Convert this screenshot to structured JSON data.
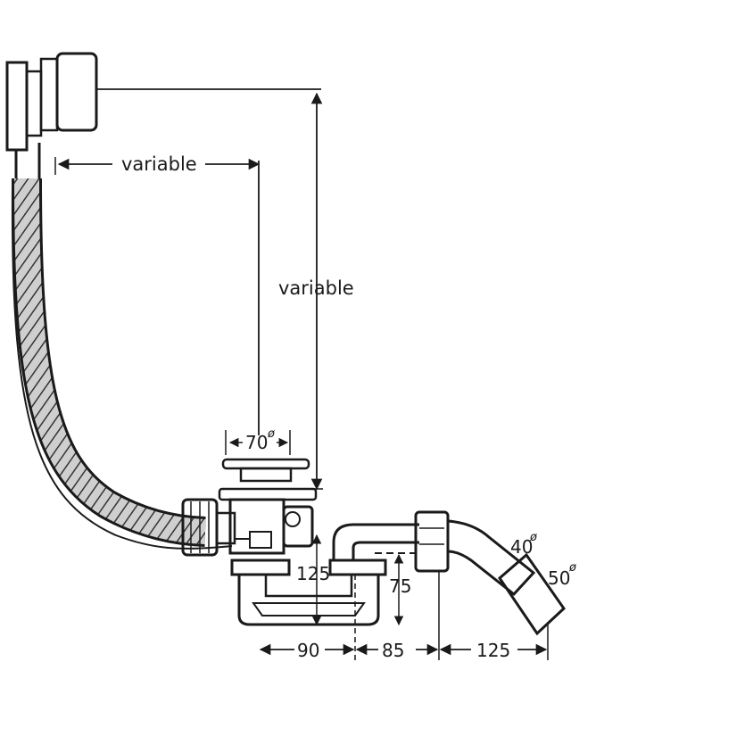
{
  "labels": {
    "variable_horizontal": "variable",
    "variable_vertical": "variable",
    "diameter_drain": "70",
    "diameter_small": "40",
    "diameter_large": "50",
    "diameter_mark": "ø",
    "height_trap": "125",
    "height_outlet": "75",
    "width_a": "90",
    "width_b": "85",
    "width_c": "125"
  },
  "colors": {
    "line": "#1a1a1a",
    "shade": "#d9d9d9",
    "hose_fill": "#bdbdbd",
    "background": "#ffffff"
  }
}
